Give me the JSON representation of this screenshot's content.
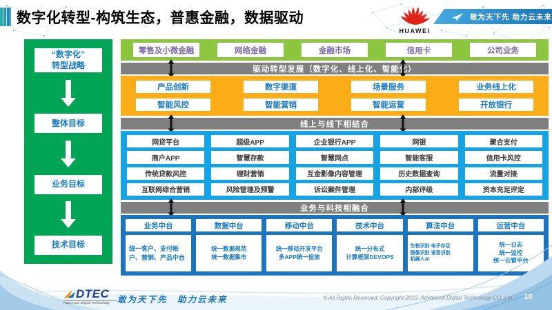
{
  "title": {
    "text": "数字化转型-构筑生态，普惠金融，数据驱动"
  },
  "header": {
    "huawei_label": "HUAWEI",
    "banner_slogan": "敢为天下先 助力云未来"
  },
  "strategy_panel": {
    "items": [
      {
        "label": "“数字化”\n转型战略"
      },
      {
        "label": "整体目标"
      },
      {
        "label": "业务目标"
      },
      {
        "label": "技术目标"
      }
    ]
  },
  "business_band": {
    "items": [
      "零售及小微金融",
      "网络金融",
      "金融市场",
      "信用卡",
      "公司业务"
    ]
  },
  "banners": {
    "drive": "驱动转型发展（数字化、线上化、智能化）",
    "online_offline": "线上与线下相结合",
    "tech_fusion": "业务与科技相融合"
  },
  "transform_band": {
    "rows": [
      [
        "产品创新",
        "数字渠道",
        "场景服务",
        "业务线上化"
      ],
      [
        "智能风控",
        "智能营销",
        "智能运营",
        "开放银行"
      ]
    ]
  },
  "online_band": {
    "rows": [
      [
        "网贷平台",
        "超级APP",
        "企业银行APP",
        "网银",
        "聚合支付"
      ],
      [
        "商户APP",
        "智慧存款",
        "智慧网点",
        "智能客服",
        "信用卡风控"
      ],
      [
        "传统贷款风控",
        "理财营销",
        "互金影像内容管理",
        "历史数据查询",
        "流量对接"
      ],
      [
        "互联网综合营销",
        "风险管理及预警",
        "诉讼案件管理",
        "内部评级",
        "资本充足评定"
      ]
    ]
  },
  "platform_band": {
    "columns": [
      {
        "title": "业务中台",
        "detail": "统一客户、支付帐户、营销、产品中台"
      },
      {
        "title": "数据中台",
        "detail": "统一数据规范\n统一数据集市"
      },
      {
        "title": "移动中台",
        "detail": "统一移动开发平台\n多APP统一投放"
      },
      {
        "title": "技术中台",
        "detail": "统一分布式\n计算框架DEVOPS"
      },
      {
        "title": "算法中台",
        "detail": "生物识别 电子存证\n图像识别 语音识别\n机器人AI"
      },
      {
        "title": "运营中台",
        "detail": "统一日志\n统一监控\n统一云管平台"
      }
    ]
  },
  "footer": {
    "logo_text": "DTEC",
    "logo_subtext": "Advanced Digital Technology",
    "slogan": "敢为天下先　助力云未来",
    "copyright": "© All Rights Reserved. Copyright 2019. Advanced Digital Technology CO.,Ltd",
    "page_number": "10"
  },
  "icons": {
    "huawei_logo": "huawei-flower-icon",
    "ribbon_plane": "paper-plane-icon",
    "banner_connector": "up-down-arrow-icon",
    "flow_connector": "block-down-arrow-icon",
    "adtec_mark": "adtec-arrow-icon"
  },
  "colors": {
    "sidebar_green": "#00A455",
    "band_green": "#8CC63F",
    "band_yellow": "#FBAD18",
    "band_blue": "#14A3E4",
    "band_blue_dark": "#1C75BC",
    "banner_gray": "#7F7F7F",
    "huawei_red": "#E2231A",
    "box_text_blue": "#1779C4",
    "box_text_purple": "#7E6BA5"
  }
}
